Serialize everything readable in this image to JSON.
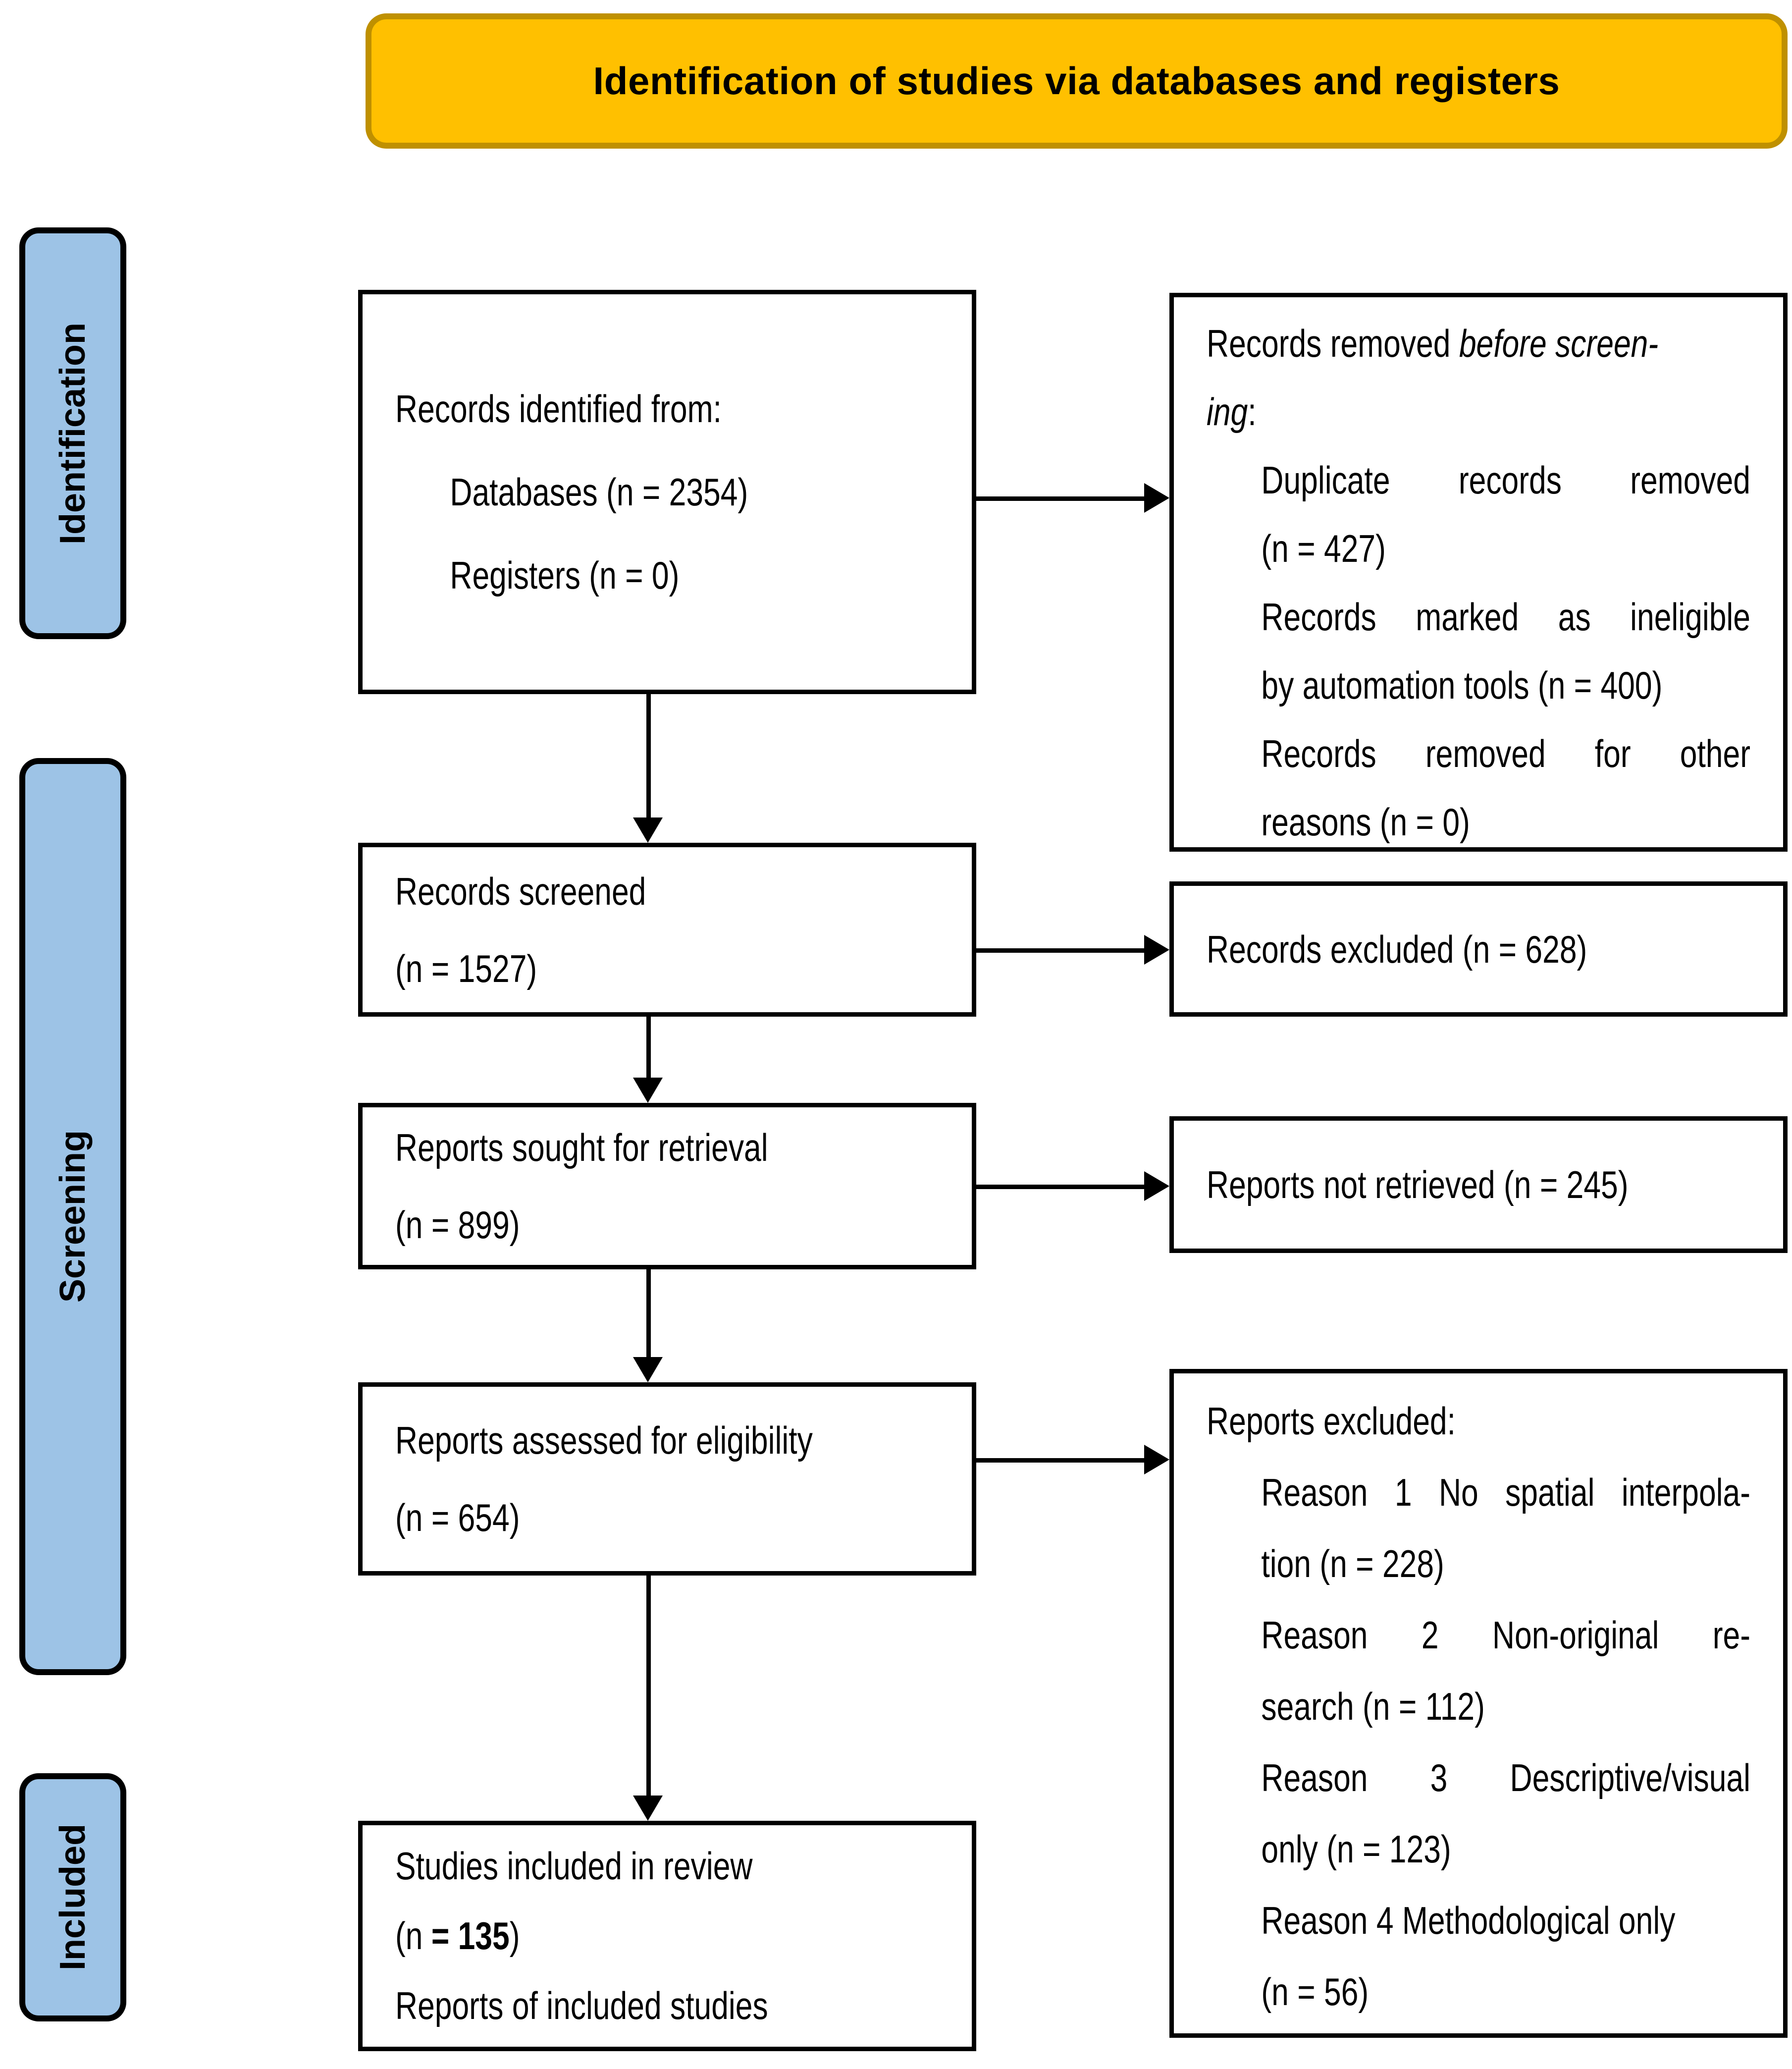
{
  "colors": {
    "banner_fill": "#FFC000",
    "banner_border": "#BF9000",
    "stage_fill": "#9DC3E6",
    "stage_border": "#000000",
    "box_border": "#000000",
    "text": "#000000"
  },
  "banner": {
    "title": "Identification of studies via databases and registers"
  },
  "stages": {
    "identification": "Identification",
    "screening": "Screening",
    "included": "Included"
  },
  "boxes": {
    "identified": {
      "lines": [
        {
          "runs": [
            {
              "t": "Records identified from:"
            }
          ]
        },
        {
          "ind": true,
          "runs": [
            {
              "t": "Databases (n = 2354)"
            }
          ]
        },
        {
          "ind": true,
          "runs": [
            {
              "t": "Registers (n = 0)"
            }
          ]
        }
      ]
    },
    "removed": {
      "lines": [
        {
          "runs": [
            {
              "t": "Records removed "
            },
            {
              "t": "before screen-",
              "i": true
            }
          ]
        },
        {
          "runs": [
            {
              "t": "ing",
              "i": true
            },
            {
              "t": ":"
            }
          ]
        },
        {
          "ind": true,
          "j": true,
          "runs": [
            {
              "t": "Duplicate records removed"
            }
          ]
        },
        {
          "ind": true,
          "runs": [
            {
              "t": "(n = 427)"
            }
          ]
        },
        {
          "ind": true,
          "j": true,
          "runs": [
            {
              "t": "Records marked as ineligible"
            }
          ]
        },
        {
          "ind": true,
          "runs": [
            {
              "t": "by automation tools (n = 400)"
            }
          ]
        },
        {
          "ind": true,
          "j": true,
          "runs": [
            {
              "t": "Records removed for other"
            }
          ]
        },
        {
          "ind": true,
          "runs": [
            {
              "t": "reasons (n = 0)"
            }
          ]
        }
      ]
    },
    "screened": {
      "lines": [
        {
          "runs": [
            {
              "t": "Records screened"
            }
          ]
        },
        {
          "runs": [
            {
              "t": "(n = 1527)"
            }
          ]
        }
      ]
    },
    "records_excluded": {
      "lines": [
        {
          "runs": [
            {
              "t": "Records excluded (n = 628)"
            }
          ]
        }
      ]
    },
    "sought": {
      "lines": [
        {
          "runs": [
            {
              "t": "Reports sought for retrieval"
            }
          ]
        },
        {
          "runs": [
            {
              "t": "(n = 899)"
            }
          ]
        }
      ]
    },
    "not_retrieved": {
      "lines": [
        {
          "runs": [
            {
              "t": "Reports not retrieved (n = 245)"
            }
          ]
        }
      ]
    },
    "assessed": {
      "lines": [
        {
          "runs": [
            {
              "t": "Reports assessed for eligibility"
            }
          ]
        },
        {
          "runs": [
            {
              "t": "(n = 654)"
            }
          ]
        }
      ]
    },
    "reports_excluded": {
      "lines": [
        {
          "runs": [
            {
              "t": "Reports excluded:"
            }
          ]
        },
        {
          "ind": true,
          "j": true,
          "runs": [
            {
              "t": "Reason 1 No spatial interpola-"
            }
          ]
        },
        {
          "ind": true,
          "runs": [
            {
              "t": "tion (n = 228)"
            }
          ]
        },
        {
          "ind": true,
          "j": true,
          "runs": [
            {
              "t": "Reason 2 Non-original re-"
            }
          ]
        },
        {
          "ind": true,
          "runs": [
            {
              "t": "search (n = 112)"
            }
          ]
        },
        {
          "ind": true,
          "j": true,
          "runs": [
            {
              "t": "Reason 3 Descriptive/visual"
            }
          ]
        },
        {
          "ind": true,
          "runs": [
            {
              "t": "only (n = 123)"
            }
          ]
        },
        {
          "ind": true,
          "runs": [
            {
              "t": "Reason 4 Methodological only"
            }
          ]
        },
        {
          "ind": true,
          "runs": [
            {
              "t": "(n = 56)"
            }
          ]
        }
      ]
    },
    "included_box": {
      "lines": [
        {
          "runs": [
            {
              "t": "Studies included in review"
            }
          ]
        },
        {
          "runs": [
            {
              "t": "(n "
            },
            {
              "t": "= 135",
              "b": true
            },
            {
              "t": ")"
            }
          ]
        },
        {
          "runs": [
            {
              "t": "Reports of included studies"
            }
          ]
        }
      ]
    }
  }
}
